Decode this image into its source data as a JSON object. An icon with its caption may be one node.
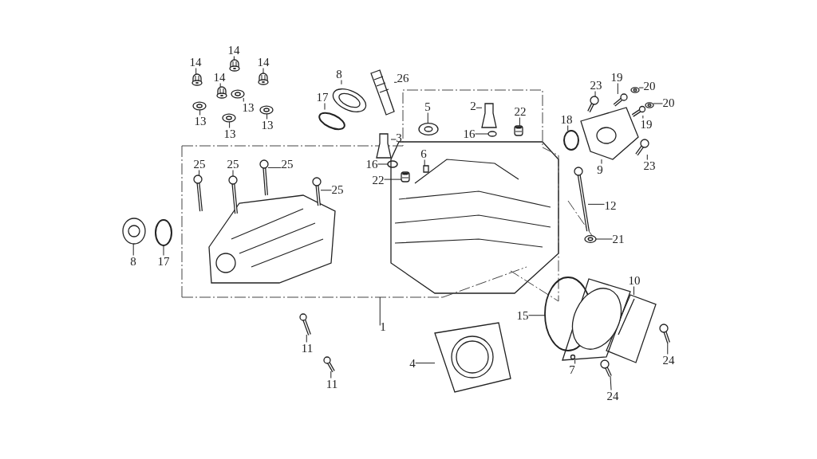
{
  "diagram": {
    "nodes": [
      {
        "text": [
          "14"
        ]
      },
      {
        "text": [
          "14"
        ]
      },
      {
        "text": [
          "14"
        ]
      },
      {
        "text": [
          "26"
        ]
      },
      {
        "text": [
          "8"
        ]
      },
      {
        "text": [
          "14"
        ]
      },
      {
        "text": [
          "23"
        ]
      },
      {
        "text": [
          "19"
        ]
      },
      {
        "text": [
          "20"
        ]
      },
      {
        "text": [
          "13"
        ]
      },
      {
        "text": [
          "20"
        ]
      },
      {
        "text": [
          "17"
        ]
      },
      {
        "text": [
          "5"
        ]
      },
      {
        "text": [
          "2"
        ]
      },
      {
        "text": [
          "22"
        ]
      },
      {
        "text": [
          "19"
        ]
      },
      {
        "text": [
          "13"
        ]
      },
      {
        "text": [
          "13"
        ]
      },
      {
        "text": [
          "18"
        ]
      },
      {
        "text": [
          "13"
        ]
      },
      {
        "text": [
          "16"
        ]
      },
      {
        "text": [
          "3"
        ]
      },
      {
        "text": [
          "6"
        ]
      },
      {
        "text": [
          "9"
        ]
      },
      {
        "text": [
          "23"
        ]
      },
      {
        "text": [
          "25"
        ]
      },
      {
        "text": [
          "25"
        ]
      },
      {
        "text": [
          "25"
        ]
      },
      {
        "text": [
          "16"
        ]
      },
      {
        "text": [
          "22"
        ]
      },
      {
        "text": [
          "25"
        ]
      },
      {
        "text": [
          "12"
        ]
      },
      {
        "text": [
          "21"
        ]
      },
      {
        "text": [
          "8"
        ]
      },
      {
        "text": [
          "17"
        ]
      },
      {
        "text": [
          "10"
        ]
      },
      {
        "text": [
          "15"
        ]
      },
      {
        "text": [
          "1"
        ]
      },
      {
        "text": [
          "11"
        ]
      },
      {
        "text": [
          "4"
        ]
      },
      {
        "text": [
          "7"
        ]
      },
      {
        "text": [
          "24"
        ]
      },
      {
        "text": [
          "11"
        ]
      },
      {
        "text": [
          "24"
        ]
      },
      {
        "text": [],
        "shape": "picture"
      },
      {
        "text": [],
        "shape": "picture"
      },
      {
        "text": [],
        "shape": "picture"
      },
      {
        "text": [],
        "shape": "picture"
      },
      {
        "text": [],
        "shape": "picture"
      },
      {
        "text": [],
        "shape": "picture"
      },
      {
        "text": [],
        "shape": "picture"
      },
      {
        "text": [],
        "shape": "picture"
      },
      {
        "text": [],
        "shape": "picture"
      },
      {
        "text": [],
        "shape": "picture"
      },
      {
        "text": [],
        "shape": "picture"
      },
      {
        "text": [],
        "shape": "circle"
      },
      {
        "text": [],
        "shape": "picture"
      },
      {
        "text": [],
        "shape": "picture"
      },
      {
        "text": [],
        "shape": "picture"
      },
      {
        "text": [],
        "shape": "picture"
      },
      {
        "text": [],
        "shape": "picture"
      },
      {
        "text": [],
        "shape": "picture"
      },
      {
        "text": [],
        "shape": "circle"
      },
      {
        "text": [],
        "shape": "picture"
      },
      {
        "text": [],
        "shape": "circle"
      },
      {
        "text": [],
        "shape": "picture"
      },
      {
        "text": [],
        "shape": "box"
      },
      {
        "text": [],
        "shape": "picture"
      },
      {
        "text": [],
        "shape": "picture"
      },
      {
        "text": [],
        "shape": "picture"
      },
      {
        "text": [],
        "shape": "picture"
      },
      {
        "text": [],
        "shape": "picture"
      },
      {
        "text": [],
        "shape": "circle"
      },
      {
        "text": [],
        "shape": "picture"
      },
      {
        "text": [],
        "shape": "picture"
      },
      {
        "text": [],
        "shape": "picture"
      },
      {
        "text": [],
        "shape": "picture"
      },
      {
        "text": [],
        "shape": "picture"
      },
      {
        "text": [],
        "shape": "circle"
      },
      {
        "text": [],
        "shape": "picture"
      },
      {
        "text": [],
        "shape": "circle"
      },
      {
        "text": [],
        "shape": "bar"
      },
      {
        "text": [],
        "shape": "picture"
      },
      {
        "text": [],
        "shape": "picture"
      },
      {
        "text": [],
        "shape": "picture"
      },
      {
        "text": [],
        "shape": "picture"
      },
      {
        "text": [],
        "shape": "picture"
      },
      {
        "text": [],
        "shape": "picture"
      }
    ],
    "edges": [
      {
        "from": 0,
        "to": 44,
        "arrow": "none"
      },
      {
        "from": 1,
        "to": 45,
        "arrow": "none"
      },
      {
        "from": 2,
        "to": 46,
        "arrow": "none"
      },
      {
        "from": 3,
        "to": 47,
        "arrow": "none"
      },
      {
        "from": 4,
        "to": 48,
        "arrow": "none"
      },
      {
        "from": 5,
        "to": 49,
        "arrow": "none"
      },
      {
        "from": 6,
        "to": 50,
        "arrow": "none"
      },
      {
        "from": 7,
        "to": 51,
        "arrow": "none"
      },
      {
        "from": 8,
        "to": 52,
        "arrow": "none"
      },
      {
        "from": 9,
        "to": 53,
        "arrow": "none"
      },
      {
        "from": 10,
        "to": 54,
        "arrow": "none"
      },
      {
        "from": 11,
        "to": 55,
        "arrow": "none"
      },
      {
        "from": 12,
        "to": 56,
        "arrow": "none"
      },
      {
        "from": 13,
        "to": 57,
        "arrow": "none"
      },
      {
        "from": 14,
        "to": 58,
        "arrow": "none"
      },
      {
        "from": 15,
        "to": 59,
        "arrow": "none"
      },
      {
        "from": 16,
        "to": 60,
        "arrow": "none"
      },
      {
        "from": 17,
        "to": 61,
        "arrow": "none"
      },
      {
        "from": 18,
        "to": 62,
        "arrow": "none"
      },
      {
        "from": 19,
        "to": 63,
        "arrow": "none"
      },
      {
        "from": 20,
        "to": 64,
        "arrow": "none"
      },
      {
        "from": 21,
        "to": 65,
        "arrow": "none"
      },
      {
        "from": 22,
        "to": 66,
        "arrow": "none"
      },
      {
        "from": 23,
        "to": 67,
        "arrow": "none"
      },
      {
        "from": 24,
        "to": 68,
        "arrow": "none"
      },
      {
        "from": 25,
        "to": 69,
        "arrow": "none"
      },
      {
        "from": 26,
        "to": 70,
        "arrow": "none"
      },
      {
        "from": 27,
        "to": 71,
        "arrow": "none"
      },
      {
        "from": 28,
        "to": 72,
        "arrow": "none"
      },
      {
        "from": 29,
        "to": 73,
        "arrow": "none"
      },
      {
        "from": 30,
        "to": 74,
        "arrow": "none"
      },
      {
        "from": 31,
        "to": 75,
        "arrow": "none"
      },
      {
        "from": 32,
        "to": 76,
        "arrow": "none"
      },
      {
        "from": 33,
        "to": 77,
        "arrow": "none"
      },
      {
        "from": 34,
        "to": 78,
        "arrow": "none"
      },
      {
        "from": 35,
        "to": 79,
        "arrow": "none"
      },
      {
        "from": 36,
        "to": 80,
        "arrow": "none"
      },
      {
        "from": 37,
        "to": 81,
        "arrow": "none"
      },
      {
        "from": 38,
        "to": 82,
        "arrow": "none"
      },
      {
        "from": 39,
        "to": 83,
        "arrow": "none"
      },
      {
        "from": 40,
        "to": 84,
        "arrow": "none"
      },
      {
        "from": 41,
        "to": 85,
        "arrow": "none"
      },
      {
        "from": 42,
        "to": 86,
        "arrow": "none"
      },
      {
        "from": 43,
        "to": 87,
        "arrow": "none"
      }
    ]
  }
}
